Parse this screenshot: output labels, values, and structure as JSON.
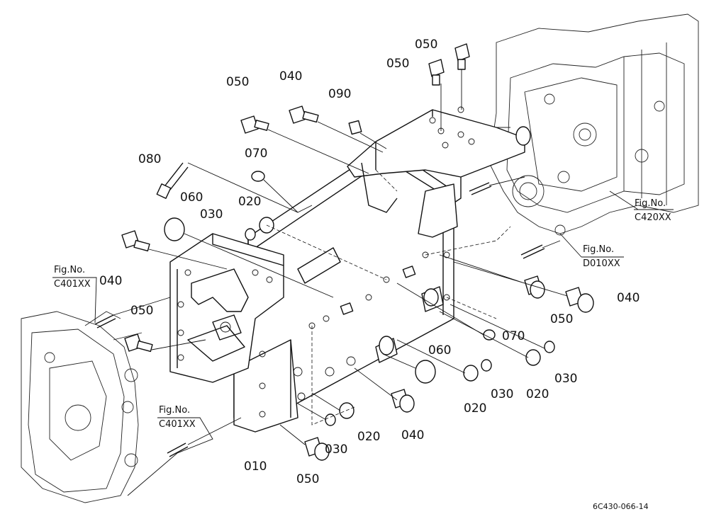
{
  "drawing_code": "6C430-066-14",
  "part_labels": [
    "050",
    "050",
    "050",
    "040",
    "090",
    "070",
    "080",
    "060",
    "020",
    "030",
    "040",
    "050",
    "070",
    "060",
    "040",
    "050",
    "020",
    "030",
    "030",
    "020",
    "040",
    "020",
    "030",
    "050",
    "010"
  ],
  "figure_references": [
    {
      "line1": "Fig.No.",
      "line2": "C420XX"
    },
    {
      "line1": "Fig.No.",
      "line2": "D010XX"
    },
    {
      "line1": "Fig.No.",
      "line2": "C401XX"
    },
    {
      "line1": "Fig.No.",
      "line2": "C401XX"
    }
  ]
}
